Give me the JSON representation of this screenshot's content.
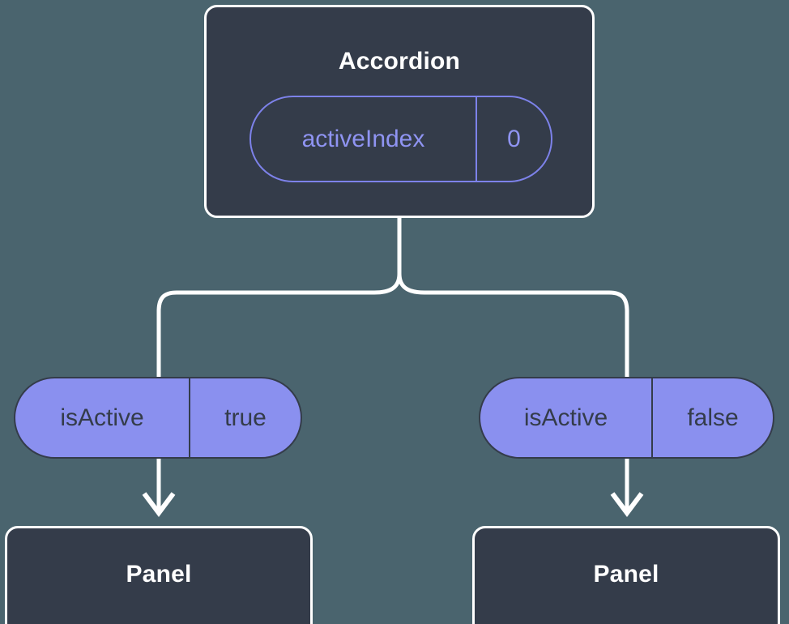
{
  "theme": {
    "background": "#4a646e",
    "node_fill": "#343c4a",
    "node_stroke": "#ffffff",
    "pill_fill": "#8a90ef",
    "pill_outline_stroke": "#7d82ea",
    "pill_outline_text": "#8f94f2",
    "pill_text": "#343c4a",
    "connector": "#ffffff"
  },
  "diagram": {
    "root": {
      "title": "Accordion",
      "state": {
        "key": "activeIndex",
        "value": "0"
      }
    },
    "branches": [
      {
        "prop": {
          "key": "isActive",
          "value": "true"
        },
        "child": {
          "title": "Panel"
        }
      },
      {
        "prop": {
          "key": "isActive",
          "value": "false"
        },
        "child": {
          "title": "Panel"
        }
      }
    ]
  }
}
